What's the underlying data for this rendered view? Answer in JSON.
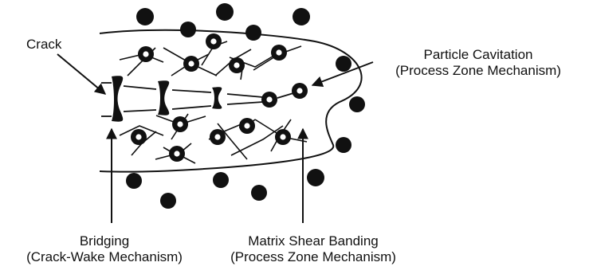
{
  "diagram": {
    "labels": {
      "crack": "Crack",
      "particle_cavitation": {
        "line1": "Particle Cavitation",
        "line2": "(Process Zone Mechanism)"
      },
      "bridging": {
        "line1": "Bridging",
        "line2": "(Crack-Wake Mechanism)"
      },
      "matrix_shear_banding": {
        "line1": "Matrix Shear Banding",
        "line2": "(Process Zone Mechanism)"
      }
    },
    "colors": {
      "ink": "#111111",
      "background": "#ffffff"
    }
  }
}
